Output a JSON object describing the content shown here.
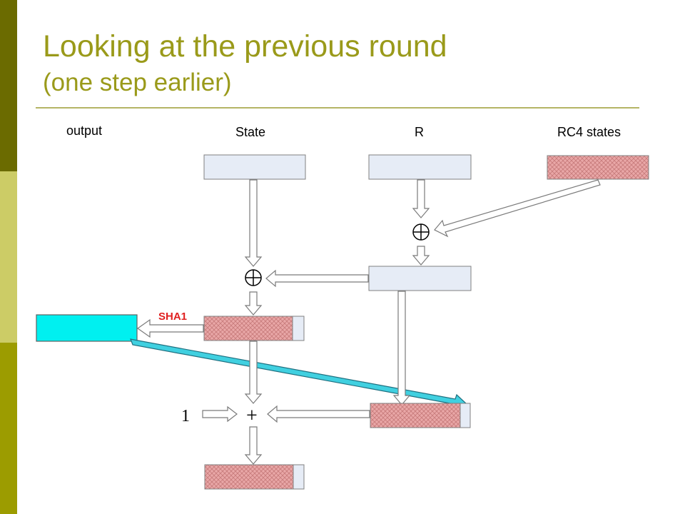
{
  "slide": {
    "title": "Looking at the previous round",
    "subtitle": "(one step earlier)"
  },
  "diagram": {
    "labels": {
      "output": "output",
      "state": "State",
      "r": "R",
      "rc4": "RC4 states"
    },
    "sha1": "SHA1",
    "xor_symbol": "⊕",
    "plus_symbol": "+",
    "one": "1"
  },
  "colors": {
    "title": "#9a9a1a",
    "sidebar_dark": "#6b6b00",
    "sidebar_light": "#cccc66",
    "sidebar_mid": "#9c9c00",
    "box_fill": "#e6ecf6",
    "hatch_fill": "#e9a7a7",
    "cyan": "#00f0f0",
    "sha1_text": "#e02020"
  }
}
